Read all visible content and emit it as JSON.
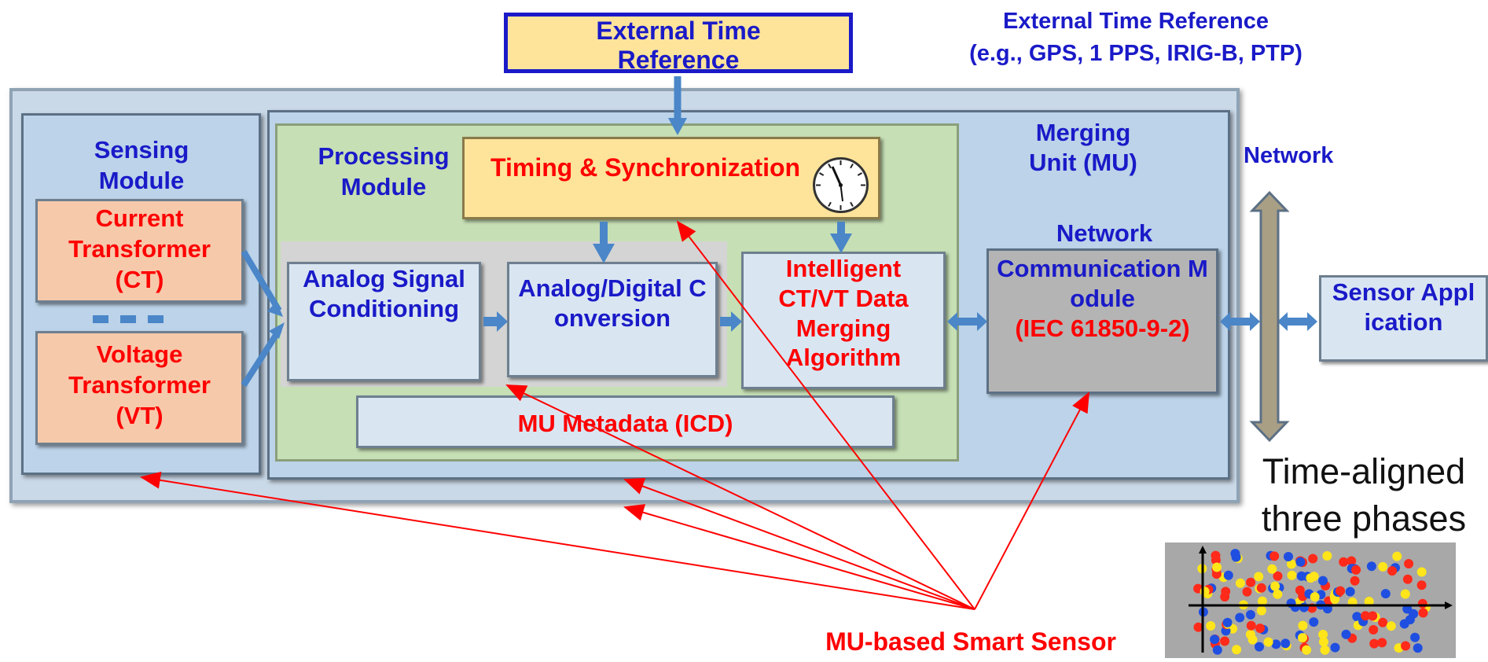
{
  "top_box_label": "External Time Reference",
  "top_right_note_line1": "External Time Reference",
  "top_right_note_line2": "(e.g., GPS, 1 PPS, IRIG-B, PTP)",
  "sensing_module": "Sensing Module",
  "current_transformer": "Current Transformer (CT)",
  "voltage_transformer": "Voltage Transformer (VT)",
  "processing_module": "Processing Module",
  "timing_sync": "Timing & Synchronization",
  "merging_unit": "Merging Unit (MU)",
  "analog_signal_conditioning": "Analog Signal Conditioning",
  "ad_conversion": "Analog/Digital Conversion",
  "merging_algorithm": "Intelligent CT/VT Data Merging Algorithm",
  "network_comm_title": "Network",
  "network_comm_body": "Communication Module",
  "network_comm_std": "(IEC 61850-9-2)",
  "metadata": "MU Metadata (ICD)",
  "network_label": "Network",
  "sensor_application": "Sensor Application",
  "time_aligned": "Time-aligned three phases",
  "bottom_caption": "MU-based Smart Sensor",
  "colors": {
    "label_blue": "#1a1ac8",
    "callout_red": "#ff0000",
    "transformer_fill": "#f7c9ab",
    "processing_fill": "#c6dfb5",
    "timing_fill": "#fde49a",
    "comm_fill": "#b4b4b4"
  },
  "icons": [
    "clock-icon",
    "three-phase-scatter-icon"
  ]
}
